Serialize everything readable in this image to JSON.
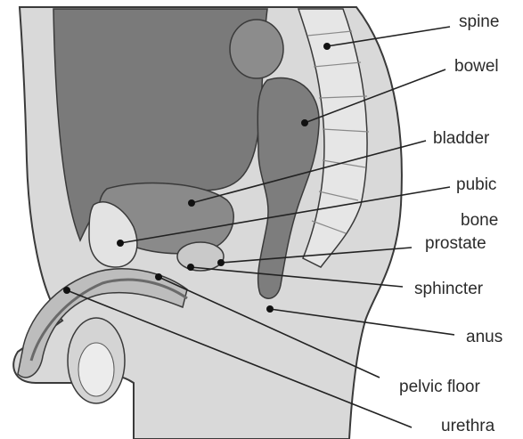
{
  "labels": {
    "spine": "spine",
    "bowel": "bowel",
    "bladder": "bladder",
    "pubic_bone_line1": "pubic",
    "pubic_bone_line2": "bone",
    "prostate": "prostate",
    "sphincter": "sphincter",
    "anus": "anus",
    "pelvic_floor": "pelvic floor",
    "urethra": "urethra"
  },
  "colors": {
    "background": "#ffffff",
    "tissue_light": "#d6d6d6",
    "tissue_mid": "#9e9e9e",
    "tissue_dark": "#6f6f6f",
    "outline": "#3a3a3a",
    "leader_line": "#222222"
  }
}
